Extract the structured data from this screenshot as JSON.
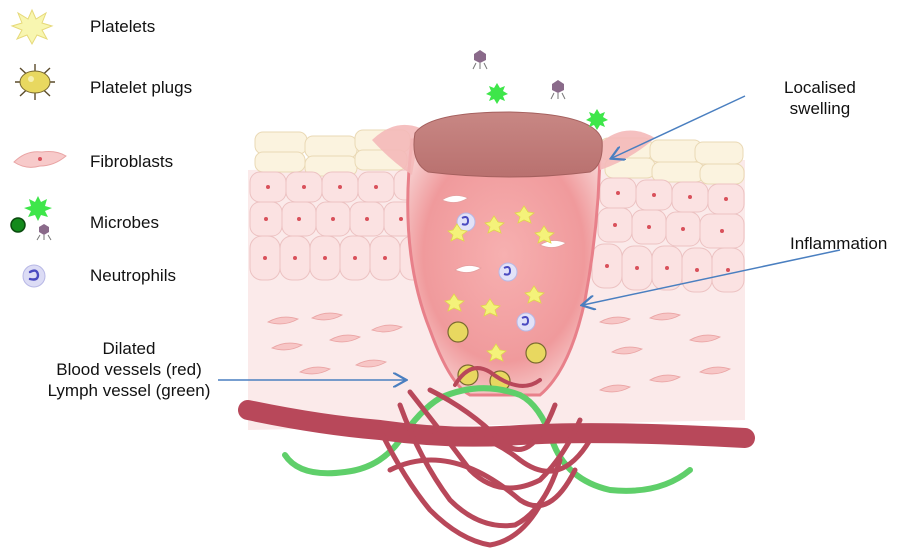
{
  "legend": {
    "items": [
      {
        "label": "Platelets",
        "icon": "platelet-icon"
      },
      {
        "label": "Platelet plugs",
        "icon": "platelet-plug-icon"
      },
      {
        "label": "Fibroblasts",
        "icon": "fibroblast-icon"
      },
      {
        "label": "Microbes",
        "icon": "microbe-icon"
      },
      {
        "label": "Neutrophils",
        "icon": "neutrophil-icon"
      }
    ]
  },
  "callouts": {
    "swelling": {
      "line1": "Localised",
      "line2": "swelling"
    },
    "inflammation": {
      "text": "Inflammation"
    },
    "vessels": {
      "line1": "Dilated",
      "line2": "Blood vessels (red)",
      "line3": "Lymph vessel (green)"
    }
  },
  "colors": {
    "blood_vessel": "#b8485a",
    "lymph_vessel": "#5fcf6a",
    "scab": "#c27a78",
    "wound": "#f2a8a8",
    "arrow": "#4a7fc0",
    "platelet": "#f4f28a",
    "neutrophil": "#dcdcf5",
    "microbe_green": "#3ee64a"
  }
}
